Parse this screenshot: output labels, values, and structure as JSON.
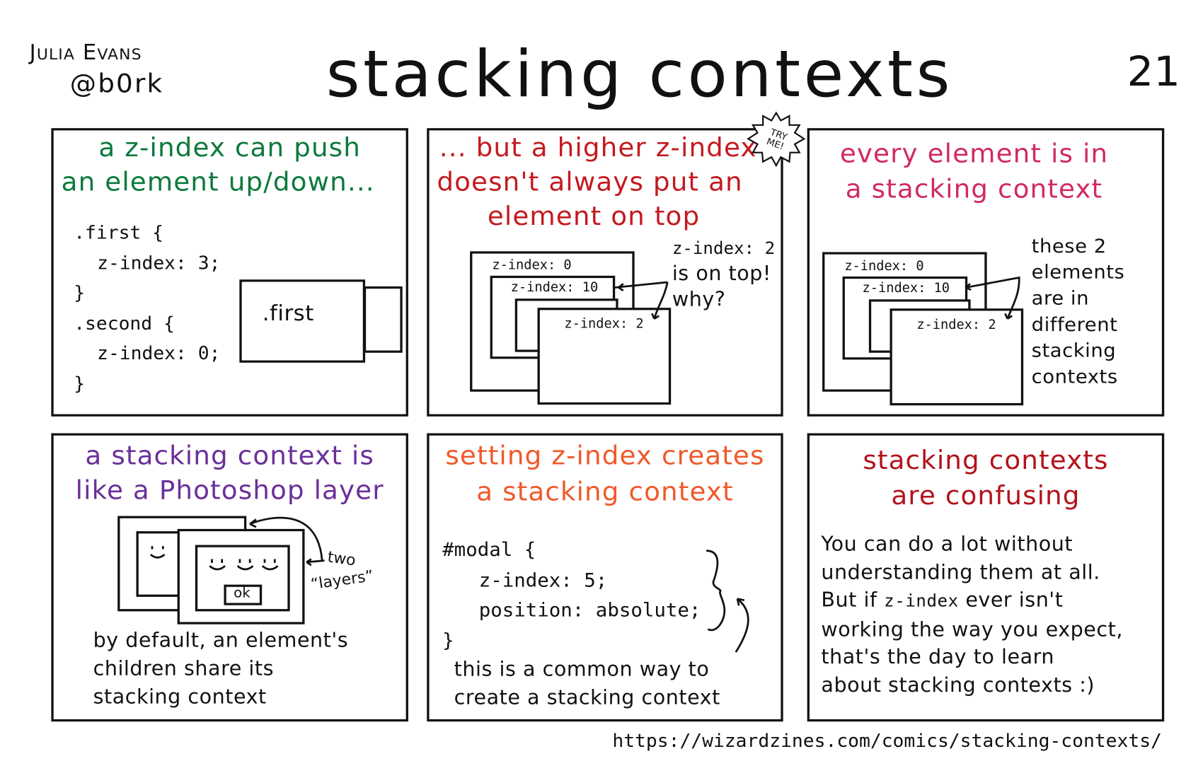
{
  "header": {
    "author": "Julia Evans",
    "handle": "@b0rk",
    "title": "stacking contexts",
    "page_number": "21"
  },
  "colors": {
    "green": "#0b7a3c",
    "red": "#c41a1f",
    "pink": "#d12b5f",
    "purple": "#6b2f9a",
    "orange": "#f0592a",
    "darkred": "#b3121c"
  },
  "panels": [
    {
      "title": [
        "a z-index can push",
        "an element up/down..."
      ],
      "code": [
        ".first {",
        "z-index: 3;",
        "}",
        ".second {",
        "z-index: 0;",
        "}"
      ],
      "box_label": ".first"
    },
    {
      "title": [
        "... but a higher z-index",
        "doesn't always put an",
        "element on top"
      ],
      "badge": "TRY ME!",
      "boxes": [
        "z-index: 0",
        "z-index: 10",
        "z-index: 2"
      ],
      "note": [
        "z-index: 2",
        "is on top!",
        "why?"
      ]
    },
    {
      "title": [
        "every element is in",
        "a stacking context"
      ],
      "boxes": [
        "z-index: 0",
        "z-index: 10",
        "z-index: 2"
      ],
      "note": [
        "these 2",
        "elements",
        "are in",
        "different",
        "stacking",
        "contexts"
      ]
    },
    {
      "title": [
        "a stacking context is",
        "like a Photoshop layer"
      ],
      "ok_label": "ok",
      "layers_note": [
        "two",
        "“layers”"
      ],
      "body": [
        "by default, an element's",
        "children share its",
        "stacking context"
      ]
    },
    {
      "title": [
        "setting z-index creates",
        "a stacking context"
      ],
      "code": [
        "#modal {",
        "z-index: 5;",
        "position: absolute;",
        "}"
      ],
      "body": [
        "this is a common way to",
        "create a stacking context"
      ]
    },
    {
      "title": [
        "stacking contexts",
        "are confusing"
      ],
      "body": [
        "You can do a lot without",
        "understanding them at all.",
        "But if",
        "z-index",
        "ever isn't",
        "working the way you expect,",
        "that's the day to learn",
        "about stacking contexts :)"
      ]
    }
  ],
  "footer": {
    "url": "https://wizardzines.com/comics/stacking-contexts/"
  }
}
